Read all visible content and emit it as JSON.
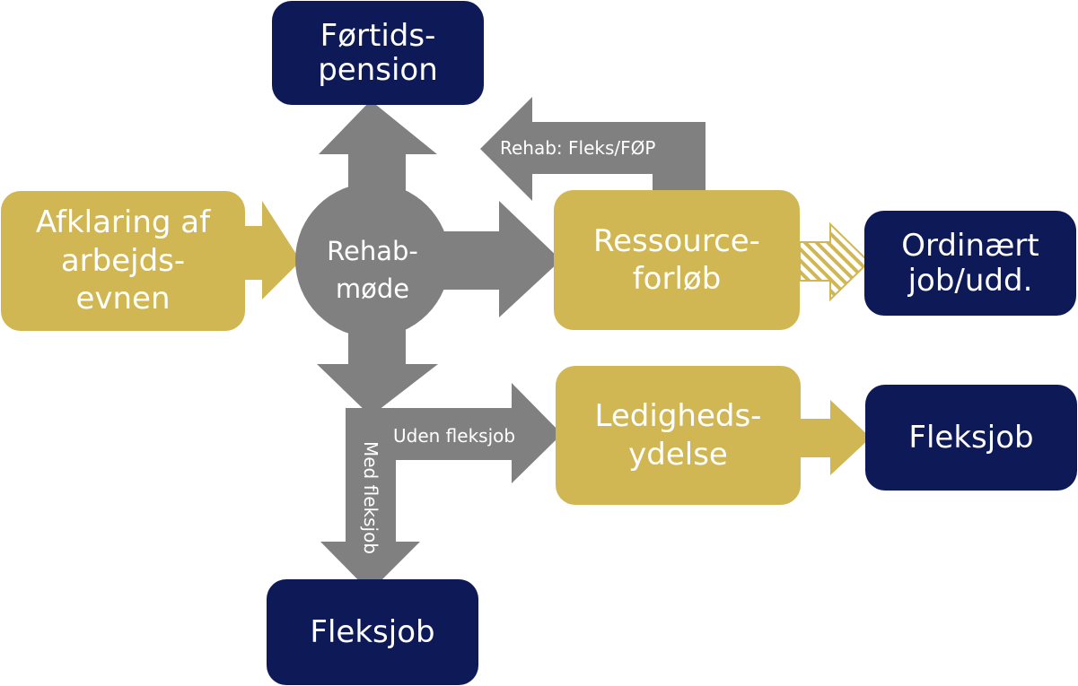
{
  "diagram": {
    "nodes": {
      "afklaring": {
        "label": "Afklaring af\narbejds-\nevnen"
      },
      "rehab": {
        "label": "Rehab-\nmøde"
      },
      "fortids": {
        "label": "Førtids-\npension"
      },
      "ressource": {
        "label": "Ressource-\nforløb"
      },
      "ordinaert": {
        "label": "Ordinært\njob/udd."
      },
      "ledigheds": {
        "label": "Ledigheds-\nydelse"
      },
      "fleksjob_right": {
        "label": "Fleksjob"
      },
      "fleksjob_bottom": {
        "label": "Fleksjob"
      }
    },
    "edge_labels": {
      "rehab_back": "Rehab: Fleks/FØP",
      "uden": "Uden fleksjob",
      "med": "Med fleksjob"
    },
    "colors": {
      "navy": "#0d1a57",
      "gold": "#d1b754",
      "gray": "#808080",
      "white": "#ffffff"
    }
  }
}
